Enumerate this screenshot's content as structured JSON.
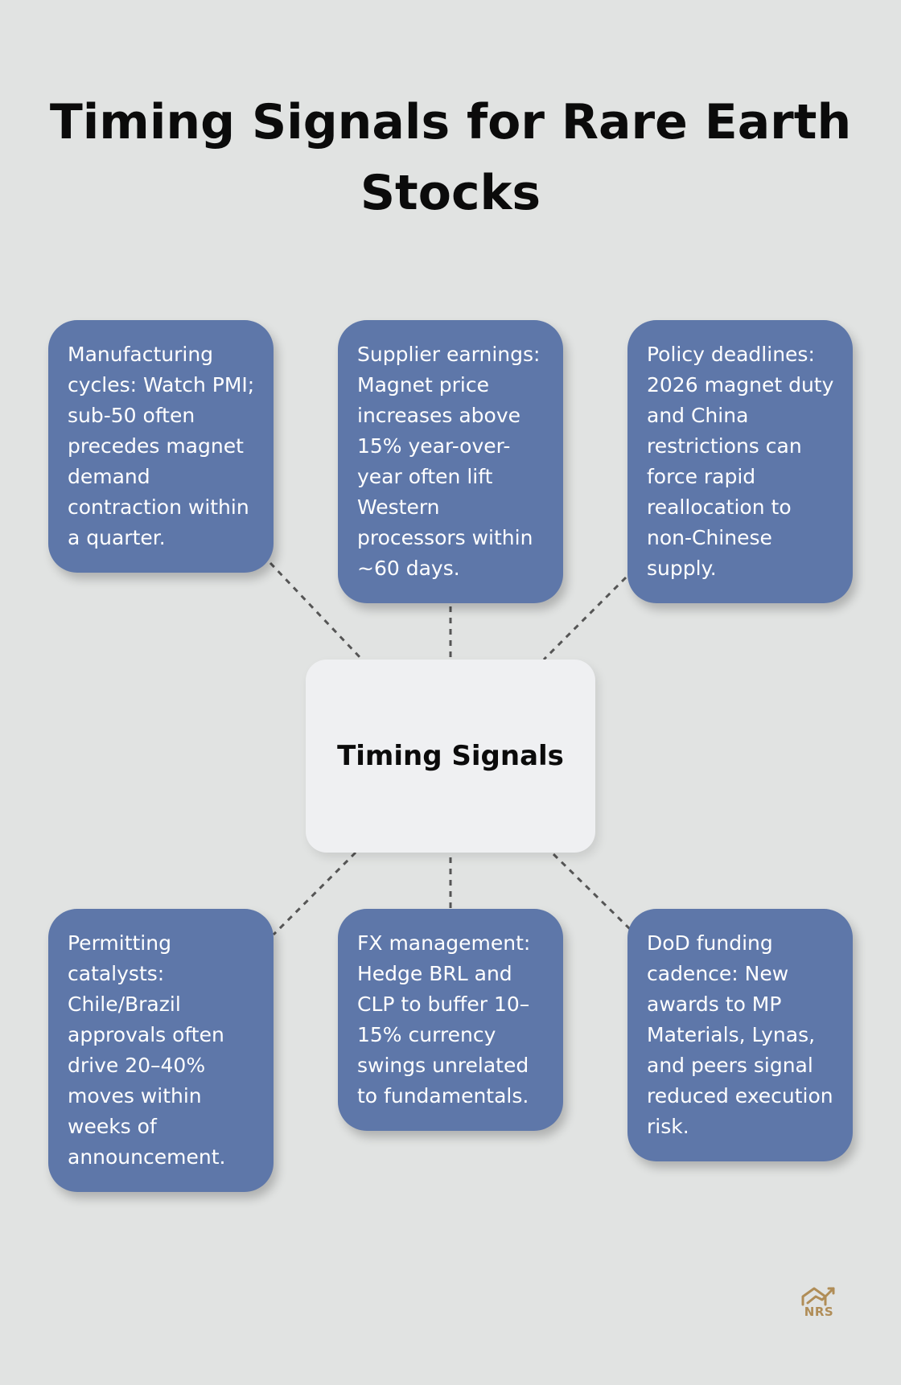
{
  "title": "Timing Signals for Rare Earth Stocks",
  "center_label": "Timing Signals",
  "boxes": [
    "Manufacturing cycles: Watch PMI; sub-50 often precedes magnet demand contraction within a quarter.",
    "Supplier earnings: Magnet price increases above 15% year-over-year often lift Western processors within ~60 days.",
    "Policy deadlines: 2026 magnet duty and China restrictions can force rapid reallocation to non-Chinese supply.",
    "Permitting catalysts: Chile/Brazil approvals often drive 20–40% moves within weeks of announcement.",
    "FX management: Hedge BRL and CLP to buffer 10–15% currency swings unrelated to fundamentals.",
    "DoD funding cadence: New awards to MP Materials, Lynas, and peers signal reduced execution risk."
  ],
  "logo_text": "NRS",
  "colors": {
    "background": "#e1e3e2",
    "box": "#5e77a9",
    "center_box": "#eff0f2",
    "connector": "#555555",
    "logo": "#b08d57"
  },
  "icons": [
    "house-chart-logo-icon"
  ]
}
